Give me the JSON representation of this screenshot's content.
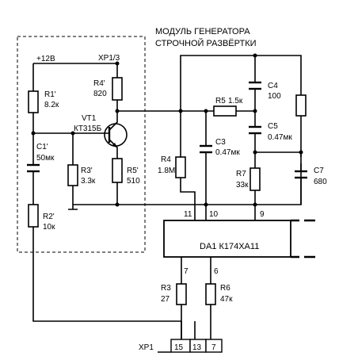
{
  "module_title_line1": "МОДУЛЬ ГЕНЕРАТОРА",
  "module_title_line2": "СТРОЧНОЙ РАЗВЁРТКИ",
  "supply_label": "+12В",
  "xp1_3_label": "XP1/3",
  "transistor": {
    "ref": "VT1",
    "part": "КТ315Б"
  },
  "resistors": {
    "r1p": {
      "ref": "R1'",
      "value": "8.2к"
    },
    "r2p": {
      "ref": "R2'",
      "value": "10к"
    },
    "r3p": {
      "ref": "R3'",
      "value": "3.3к"
    },
    "r4p": {
      "ref": "R4'",
      "value": "820"
    },
    "r5p": {
      "ref": "R5'",
      "value": "510"
    },
    "r3": {
      "ref": "R3",
      "value": "27"
    },
    "r4": {
      "ref": "R4",
      "value": "1.8М"
    },
    "r5": {
      "ref": "R5",
      "value": "1.5к"
    },
    "r6": {
      "ref": "R6",
      "value": "47к"
    },
    "r7": {
      "ref": "R7",
      "value": "33к"
    }
  },
  "capacitors": {
    "c1p": {
      "ref": "C1'",
      "value": "50мк"
    },
    "c3": {
      "ref": "C3",
      "value": "0.47мк"
    },
    "c4": {
      "ref": "C4",
      "value": "100"
    },
    "c5": {
      "ref": "C5",
      "value": "0.47мк"
    },
    "c7": {
      "ref": "C7",
      "value": "680"
    }
  },
  "ic": {
    "label": "DA1 К174ХА11",
    "pins": {
      "p11": "11",
      "p10": "10",
      "p9": "9",
      "p7": "7",
      "p6": "6"
    }
  },
  "connector": {
    "label": "XP1",
    "pins": [
      "15",
      "13",
      "7"
    ]
  }
}
